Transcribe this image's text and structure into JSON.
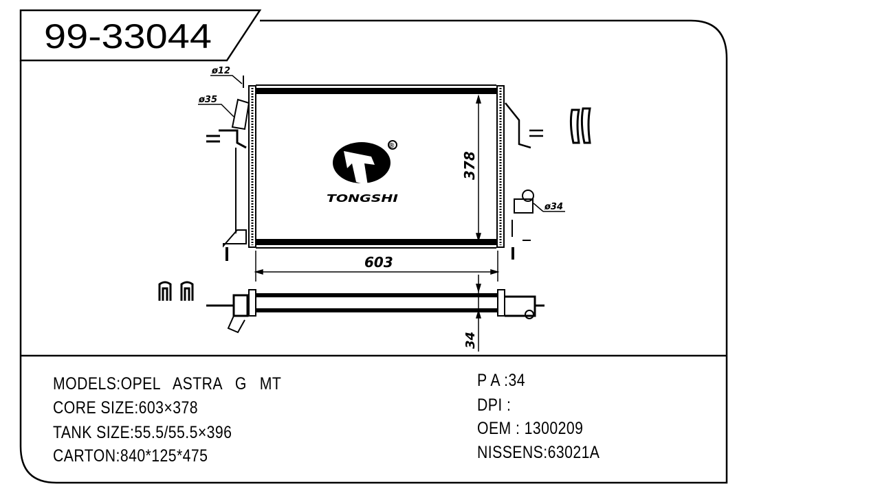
{
  "part_number": "99-33044",
  "brand": {
    "name": "TONGSHI",
    "registered_mark": "®"
  },
  "drawing": {
    "core_width_label": "603",
    "core_height_label": "378",
    "thickness_label": "34",
    "inlet_label": "ø35",
    "vent_label": "ø12",
    "outlet_label": "ø34"
  },
  "specs_left": [
    "MODELS:OPEL   ASTRA   G   MT",
    "CORE SIZE:603×378",
    "TANK SIZE:55.5/55.5×396",
    "CARTON:840*125*475"
  ],
  "specs_right": [
    "P A :34",
    "DPI :",
    "OEM : 1300209",
    "NISSENS:63021A"
  ]
}
